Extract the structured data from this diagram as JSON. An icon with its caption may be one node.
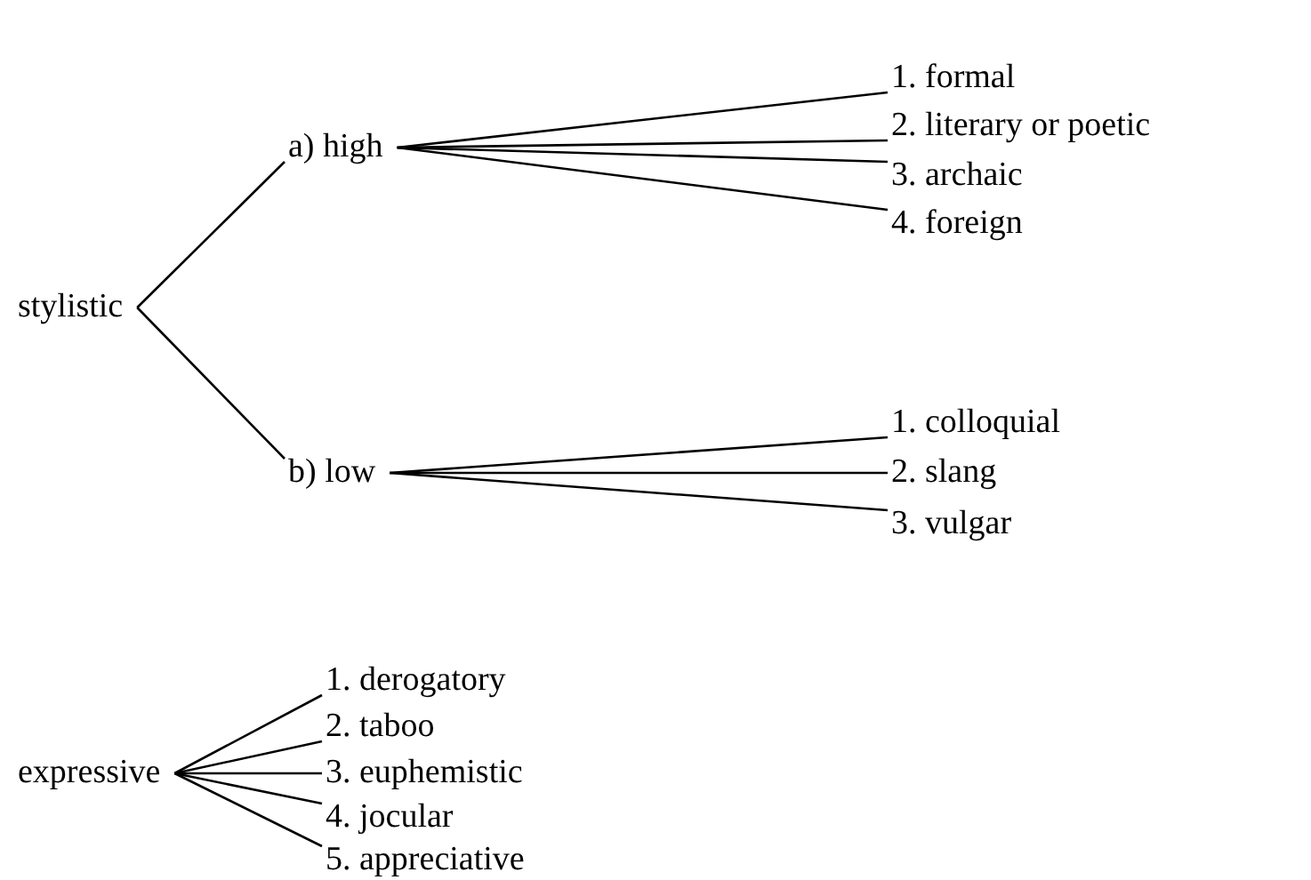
{
  "diagram": {
    "nodes": [
      {
        "text": [
          "stylistic"
        ]
      },
      {
        "text": [
          "a) high"
        ]
      },
      {
        "text": [
          "1. formal"
        ]
      },
      {
        "text": [
          "2. literary or poetic"
        ]
      },
      {
        "text": [
          "3. archaic"
        ]
      },
      {
        "text": [
          "4. foreign"
        ]
      },
      {
        "text": [
          "b) low"
        ]
      },
      {
        "text": [
          "1. colloquial"
        ]
      },
      {
        "text": [
          "2. slang"
        ]
      },
      {
        "text": [
          "3. vulgar"
        ]
      },
      {
        "text": [
          "expressive"
        ]
      },
      {
        "text": [
          "1. derogatory"
        ]
      },
      {
        "text": [
          "2. taboo"
        ]
      },
      {
        "text": [
          "3. euphemistic"
        ]
      },
      {
        "text": [
          "4. jocular"
        ]
      },
      {
        "text": [
          "5. appreciative"
        ]
      }
    ],
    "edges": [
      {
        "from": 0,
        "to": 1,
        "arrow": "none"
      },
      {
        "from": 0,
        "to": 6,
        "arrow": "none"
      },
      {
        "from": 1,
        "to": 2,
        "arrow": "none"
      },
      {
        "from": 1,
        "to": 3,
        "arrow": "none"
      },
      {
        "from": 1,
        "to": 4,
        "arrow": "none"
      },
      {
        "from": 1,
        "to": 5,
        "arrow": "none"
      },
      {
        "from": 6,
        "to": 7,
        "arrow": "none"
      },
      {
        "from": 6,
        "to": 8,
        "arrow": "none"
      },
      {
        "from": 6,
        "to": 9,
        "arrow": "none"
      },
      {
        "from": 10,
        "to": 11,
        "arrow": "none"
      },
      {
        "from": 10,
        "to": 12,
        "arrow": "none"
      },
      {
        "from": 10,
        "to": 13,
        "arrow": "none"
      },
      {
        "from": 10,
        "to": 14,
        "arrow": "none"
      },
      {
        "from": 10,
        "to": 15,
        "arrow": "none"
      }
    ]
  }
}
